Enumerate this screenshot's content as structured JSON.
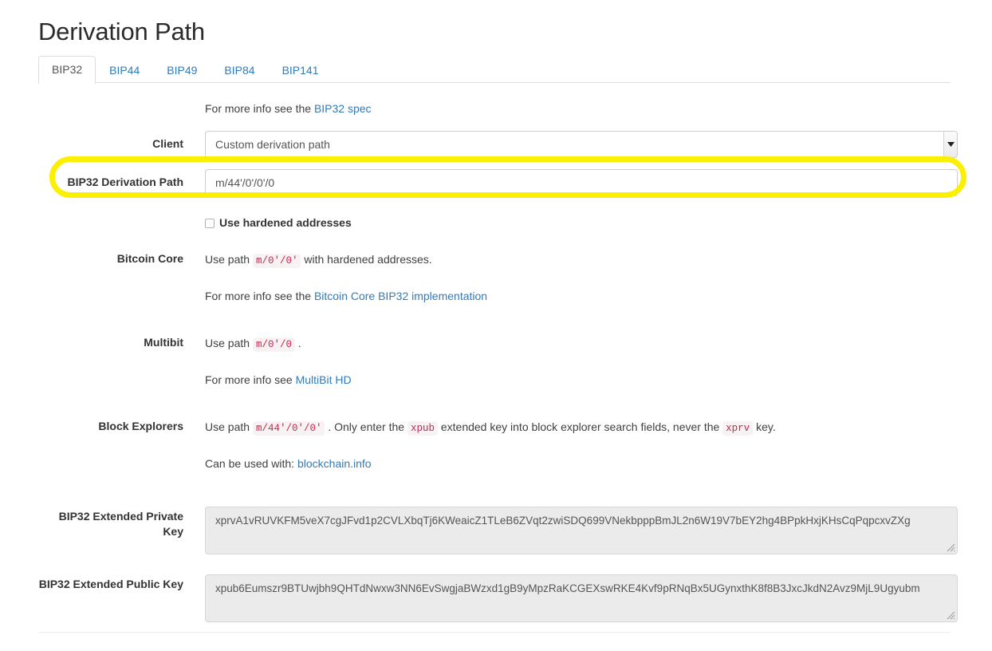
{
  "page": {
    "title": "Derivation Path",
    "highlight_color": "#fbf003",
    "link_color": "#337ab7",
    "code_color": "#c7254e"
  },
  "tabs": [
    {
      "label": "BIP32",
      "active": true
    },
    {
      "label": "BIP44",
      "active": false
    },
    {
      "label": "BIP49",
      "active": false
    },
    {
      "label": "BIP84",
      "active": false
    },
    {
      "label": "BIP141",
      "active": false
    }
  ],
  "intro": {
    "text_before": "For more info see the ",
    "link_label": "BIP32 spec"
  },
  "client_row": {
    "label": "Client",
    "selected_option": "Custom derivation path",
    "options": [
      "Custom derivation path"
    ],
    "arrow_icon": "chevron-down-icon"
  },
  "derivation_row": {
    "label": "BIP32 Derivation Path",
    "value": "m/44'/0'/0'/0",
    "placeholder": ""
  },
  "hardened_row": {
    "label": "Use hardened addresses",
    "checked": false
  },
  "bitcoin_core_row": {
    "label": "Bitcoin Core",
    "line1_before": "Use path ",
    "line1_code": "m/0'/0'",
    "line1_after": " with hardened addresses.",
    "line2_before": "For more info see the ",
    "line2_link": "Bitcoin Core BIP32 implementation"
  },
  "multibit_row": {
    "label": "Multibit",
    "line1_before": "Use path ",
    "line1_code": "m/0'/0",
    "line1_after": " .",
    "line2_before": "For more info see ",
    "line2_link": "MultiBit HD"
  },
  "block_explorers_row": {
    "label": "Block Explorers",
    "line1_before": "Use path ",
    "line1_code": "m/44'/0'/0'",
    "line1_mid1": " . Only enter the ",
    "line1_code2": "xpub",
    "line1_mid2": " extended key into block explorer search fields, never the ",
    "line1_code3": "xprv",
    "line1_after": " key.",
    "line2_before": "Can be used with: ",
    "line2_link": "blockchain.info"
  },
  "xprv_row": {
    "label": "BIP32 Extended Private Key",
    "value": "xprvA1vRUVKFM5veX7cgJFvd1p2CVLXbqTj6KWeaicZ1TLeB6ZVqt2zwiSDQ699VNekbpppBmJL2n6W19V7bEY2hg4BPpkHxjKHsCqPqpcxvZXg",
    "resize_handle_icon": "resize-handle-icon"
  },
  "xpub_row": {
    "label": "BIP32 Extended Public Key",
    "value": "xpub6Eumszr9BTUwjbh9QHTdNwxw3NN6EvSwgjaBWzxd1gB9yMpzRaKCGEXswRKE4Kvf9pRNqBx5UGynxthK8f8B3JxcJkdN2Avz9MjL9Ugyubm",
    "resize_handle_icon": "resize-handle-icon"
  }
}
